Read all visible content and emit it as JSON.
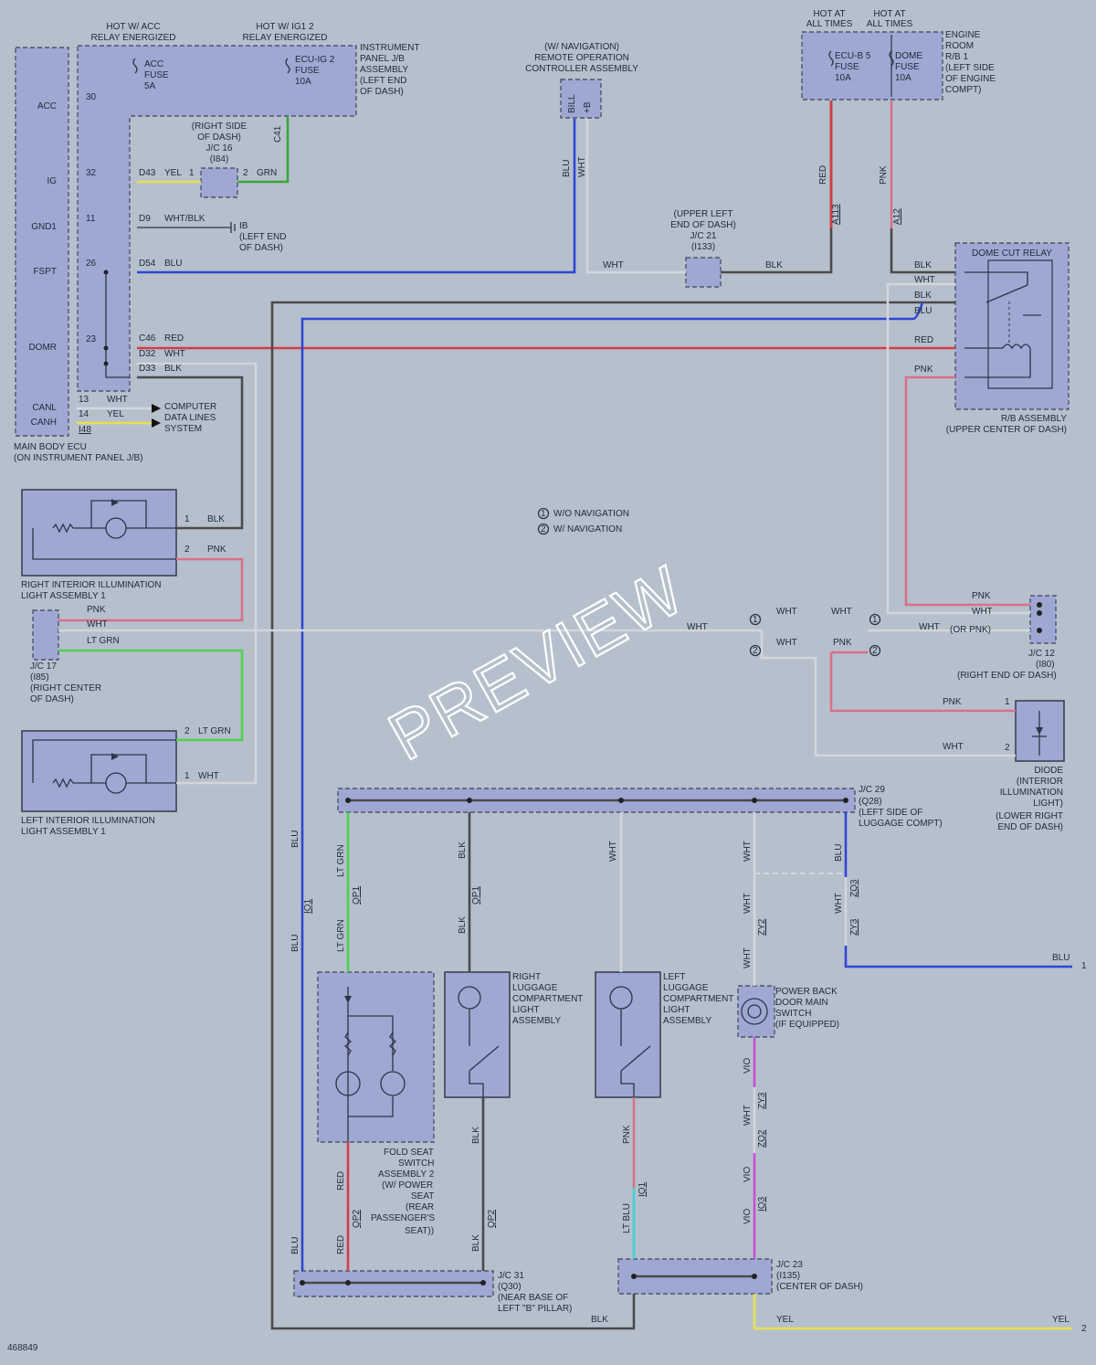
{
  "diagram_id": "468849",
  "watermark": "PREVIEW",
  "legend": {
    "one_marker": "1",
    "one_text": "W/O NAVIGATION",
    "two_marker": "2",
    "two_text": "W/ NAVIGATION"
  },
  "main_ecu": {
    "hot_acc": [
      "HOT W/ ACC",
      "RELAY ENERGIZED"
    ],
    "hot_ig1": [
      "HOT W/ IG1 2",
      "RELAY ENERGIZED"
    ],
    "acc_fuse": [
      "ACC",
      "FUSE",
      "5A"
    ],
    "ecu_ig2_fuse": [
      "ECU-IG 2",
      "FUSE",
      "10A"
    ],
    "jb_label": [
      "INSTRUMENT",
      "PANEL J/B",
      "ASSEMBLY",
      "(LEFT END",
      "OF DASH)"
    ],
    "pins": [
      "ACC",
      "IG",
      "GND1",
      "FSPT",
      "DOMR",
      "CANL",
      "CANH"
    ],
    "pin_nums": [
      "30",
      "32",
      "11",
      "26",
      "23",
      "13",
      "14"
    ],
    "connectors": [
      "D43",
      "D9",
      "D54",
      "C46",
      "D32",
      "D33",
      "I48",
      "C41"
    ],
    "label": [
      "MAIN BODY ECU",
      "(ON INSTRUMENT PANEL J/B)"
    ],
    "ib_label": [
      "IB",
      "(LEFT END",
      "OF DASH)"
    ],
    "jc16": [
      "(RIGHT SIDE",
      "OF DASH)",
      "J/C 16",
      "(I84)"
    ],
    "cds": [
      "COMPUTER",
      "DATA LINES",
      "SYSTEM"
    ]
  },
  "nav": {
    "label": [
      "(W/ NAVIGATION)",
      "REMOTE OPERATION",
      "CONTROLLER ASSEMBLY"
    ],
    "pins": [
      "BILL",
      "+B"
    ]
  },
  "engine_room": {
    "hot1": [
      "HOT AT",
      "ALL TIMES"
    ],
    "hot2": [
      "HOT AT",
      "ALL TIMES"
    ],
    "ecub_fuse": [
      "ECU-B 5",
      "FUSE",
      "10A"
    ],
    "dome_fuse": [
      "DOME",
      "FUSE",
      "10A"
    ],
    "label": [
      "ENGINE",
      "ROOM",
      "R/B 1",
      "(LEFT SIDE",
      "OF ENGINE",
      "COMPT)"
    ],
    "conn": [
      "A113",
      "A12"
    ]
  },
  "jc21": [
    "(UPPER LEFT",
    "END OF DASH)",
    "J/C 21",
    "(I133)"
  ],
  "relay": {
    "title": "DOME CUT RELAY",
    "label": [
      "R/B ASSEMBLY",
      "(UPPER CENTER OF DASH)"
    ]
  },
  "right_light": [
    "RIGHT INTERIOR ILLUMINATION",
    "LIGHT ASSEMBLY 1"
  ],
  "left_light": [
    "LEFT INTERIOR ILLUMINATION",
    "LIGHT ASSEMBLY 1"
  ],
  "jc17": [
    "J/C 17",
    "(I85)",
    "(RIGHT CENTER",
    "OF DASH)"
  ],
  "jc12": [
    "J/C 12",
    "(I80)",
    "(RIGHT END OF DASH)"
  ],
  "or_pnk": "(OR PNK)",
  "diode": [
    "DIODE",
    "(INTERIOR",
    "ILLUMINATION",
    "LIGHT)",
    "(LOWER RIGHT",
    "END OF DASH)"
  ],
  "jc29": [
    "J/C 29",
    "(Q28)",
    "(LEFT SIDE OF",
    "LUGGAGE COMPT)"
  ],
  "fold_seat": [
    "FOLD SEAT",
    "SWITCH",
    "ASSEMBLY 2",
    "(W/ POWER",
    "SEAT",
    "(REAR",
    "PASSENGER'S",
    "SEAT))"
  ],
  "right_lug": [
    "RIGHT",
    "LUGGAGE",
    "COMPARTMENT",
    "LIGHT",
    "ASSEMBLY"
  ],
  "left_lug": [
    "LEFT",
    "LUGGAGE",
    "COMPARTMENT",
    "LIGHT",
    "ASSEMBLY"
  ],
  "power_back": [
    "POWER BACK",
    "DOOR MAIN",
    "SWITCH",
    "(IF EQUIPPED)"
  ],
  "jc31": [
    "J/C 31",
    "(Q30)",
    "(NEAR BASE OF",
    "LEFT \"B\" PILLAR)"
  ],
  "jc23": [
    "J/C 23",
    "(I135)",
    "(CENTER OF DASH)"
  ],
  "wire_colors": {
    "BLK": "#4a4a4a",
    "BLU": "#2f46d6",
    "RED": "#d43c46",
    "PNK": "#d8708a",
    "WHT": "#d2d6dc",
    "GRN": "#3aa63a",
    "LT GRN": "#4ed14e",
    "YEL": "#e6e052",
    "VIO": "#c64fd8",
    "LT BLU": "#42d0d6"
  },
  "wires": {
    "yel": "YEL",
    "grn": "GRN",
    "wht_blk": "WHT/BLK",
    "blu": "BLU",
    "red": "RED",
    "wht": "WHT",
    "blk": "BLK",
    "pnk": "PNK",
    "lt_grn": "LT GRN",
    "vio": "VIO",
    "lt_blu": "LT BLU"
  },
  "conn": {
    "qp1": "QP1",
    "qp2": "QP2",
    "iq1": "IQ1",
    "zq3": "ZQ3",
    "zy3": "ZY3",
    "zy2": "ZY2",
    "zq2": "ZQ2",
    "iq3": "IQ3"
  },
  "ends": [
    "1",
    "2"
  ]
}
